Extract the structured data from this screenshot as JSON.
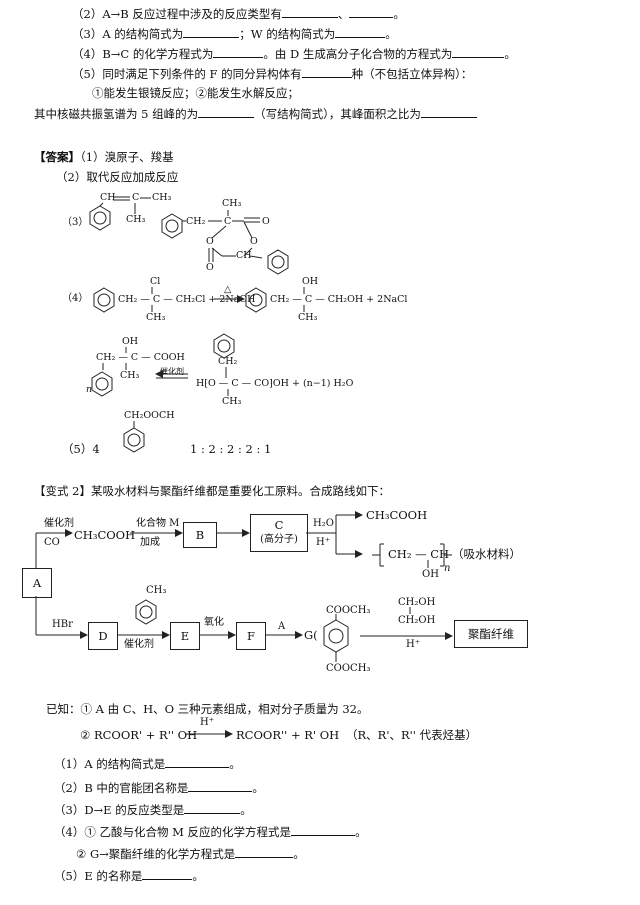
{
  "questions_top": {
    "q2": "（2）A→B 反应过程中涉及的反应类型有",
    "q2_sep": "、",
    "q2_end": "。",
    "q3_a": "（3）A 的结构简式为",
    "q3_b": "；W 的结构简式为",
    "q3_end": "。",
    "q4_a": "（4）B→C 的化学方程式为",
    "q4_b": "。由 D 生成高分子化合物的方程式为",
    "q4_end": "。",
    "q5_a": "（5）同时满足下列条件的 F 的同分异构体有",
    "q5_b": "种（不包括立体异构）：",
    "q5_conditions": "①能发生银镜反应；②能发生水解反应；",
    "q5_nmr_a": "其中核磁共振氢谱为 5 组峰的为",
    "q5_nmr_b": "（写结构简式），其峰面积之比为"
  },
  "answer": {
    "head": "【答案】",
    "a1": "（1）溴原子、羧基",
    "a2": "（2）取代反应加成反应",
    "a3": "（3）",
    "a4": "（4）",
    "a5": "（5）4",
    "ratio": "1 : 2 : 2 : 2 : 1",
    "s3_ch": "CH",
    "s3_c": "C",
    "s3_ch3": "CH₃",
    "s3_ch3b": "CH₃",
    "s3w_ch2": "CH₂",
    "s3w_c": "C",
    "s3w_ch3": "CH₃",
    "s3w_o1": "O",
    "s3w_o2": "O",
    "s3w_o3": "O",
    "s3w_o4": "O",
    "s3w_ch": "CH",
    "s4_cl": "Cl",
    "s4_left": "CH₂ — C — CH₂Cl + 2NaOH",
    "s4_delta": "△",
    "s4_ch3": "CH₃",
    "s4_oh": "OH",
    "s4_right": "CH₂ — C — CH₂OH  + 2NaCl",
    "s4_ch3b": "CH₃",
    "p_oh": "OH",
    "p_main": "CH₂ — C — COOH",
    "p_ch3": "CH₃",
    "p_n": "n",
    "p_cat": "催化剂",
    "p_ch2": "CH₂",
    "p_poly": "H⁅O — C — CO⁆OH + (n−1) H₂O",
    "p_poly_ch3": "CH₃",
    "p_poly_n": "n",
    "s5_top": "CH₂OOCH"
  },
  "variant": {
    "head": "【变式 2】某吸水材料与聚酯纤维都是重要化工原料。合成路线如下：",
    "cat1": "催化剂",
    "co": "CO",
    "ch3cooh": "CH₃COOH",
    "m": "化合物 M",
    "addition": "加成",
    "box_a": "A",
    "box_b": "B",
    "box_c": "C",
    "box_c_sub": "(高分子)",
    "h2o": "H₂O",
    "hplus": "H⁺",
    "prod1": "CH₃COOH",
    "polymer_mid": "CH₂ — CH",
    "polymer_oh": "OH",
    "polymer_n": "n",
    "absorb": "（吸水材料）",
    "hbr": "HBr",
    "box_d": "D",
    "toluene_ch3": "CH₃",
    "cat2": "催化剂",
    "box_e": "E",
    "oxid": "氧化",
    "box_f": "F",
    "a_label": "A",
    "g_label": "G(",
    "cooch3_top": "COOCH₃",
    "cooch3_bot": "COOCH₃",
    "ch2oh_top": "CH₂OH",
    "ch2oh_bot": "CH₂OH",
    "hplus2": "H⁺",
    "box_fiber": "聚酯纤维"
  },
  "known": {
    "k1": "已知：①  A 由 C、H、O 三种元素组成，相对分子质量为 32。",
    "k2_left": "②  RCOOR' + R'' OH",
    "k2_h": "H⁺",
    "k2_right": "RCOOR'' + R' OH",
    "k2_note": "（R、R'、R'' 代表烃基）"
  },
  "subq": {
    "q1": "（1）A 的结构简式是",
    "q2": "（2）B 中的官能团名称是",
    "q3": "（3）D→E 的反应类型是",
    "q4_1": "（4）①  乙酸与化合物 M 反应的化学方程式是",
    "q4_2": "②  G→聚酯纤维的化学方程式是",
    "q5": "（5）E 的名称是",
    "end": "。"
  }
}
